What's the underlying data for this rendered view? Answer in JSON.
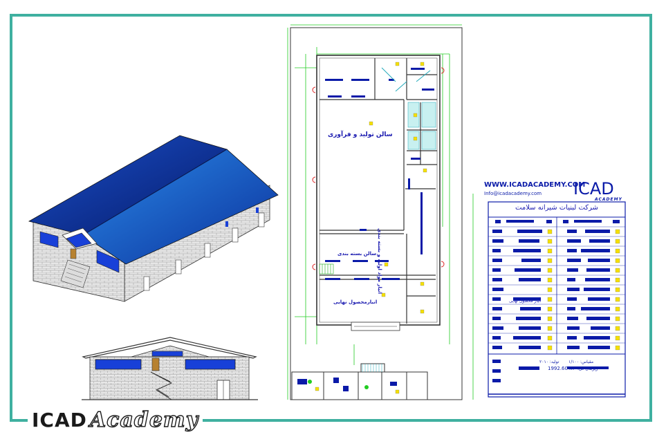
{
  "brand": {
    "logo_part1": "ICAD",
    "logo_part2": "Academy",
    "site_url": "WWW.ICADACADEMY.COM",
    "email": "Info@icadacademy.com",
    "title_logo": "ICAD",
    "title_logo_sub": "ACADEMY"
  },
  "plan": {
    "room_production": "سالن تولید و فرآوری",
    "room_packing": "سالن بسته بندی",
    "room_storage": "انبارمحصول نهایی",
    "room_raw": "انبار مواد اولیه و بسته بندی"
  },
  "title_block": {
    "company": "شرکت لبنیات شیرانه سلامت",
    "scale_label": "مقیاس: ۱/۱۰۰",
    "date_label": "تولید: ۲۰۱۰",
    "area_label": "زیربنای کل:",
    "area_value": "1992.60 m²",
    "row_note": "انبار محصول نهایی"
  },
  "colors": {
    "frame": "#3fb0a0",
    "roof": "#1f5fd6",
    "drawing": "#0a1aa8",
    "dim": "#22cc22",
    "accent_yellow": "#e8c800"
  }
}
